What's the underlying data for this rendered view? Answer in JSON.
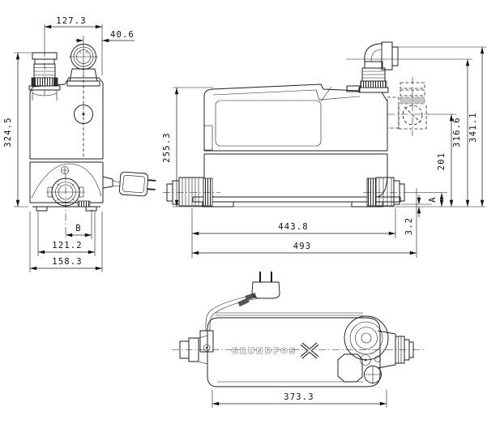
{
  "front": {
    "width_between_ports": "127.3",
    "vent_to_edge": "40.6",
    "height_overall": "324.5",
    "port_offset": "B",
    "foot_spacing": "121.2",
    "width_overall": "158.3"
  },
  "side": {
    "height_tank": "255.3",
    "height_inlet": "201",
    "height_outlet": "316.6",
    "height_overall": "341.1",
    "height_discharge": "A",
    "floor_clearance": "3.2",
    "length_base": "443.8",
    "length_overall": "493"
  },
  "top": {
    "length_body": "373.3",
    "brand": "GRUNDFOS"
  },
  "colors": {
    "line": "#1c1c1c",
    "background": "#ffffff"
  }
}
